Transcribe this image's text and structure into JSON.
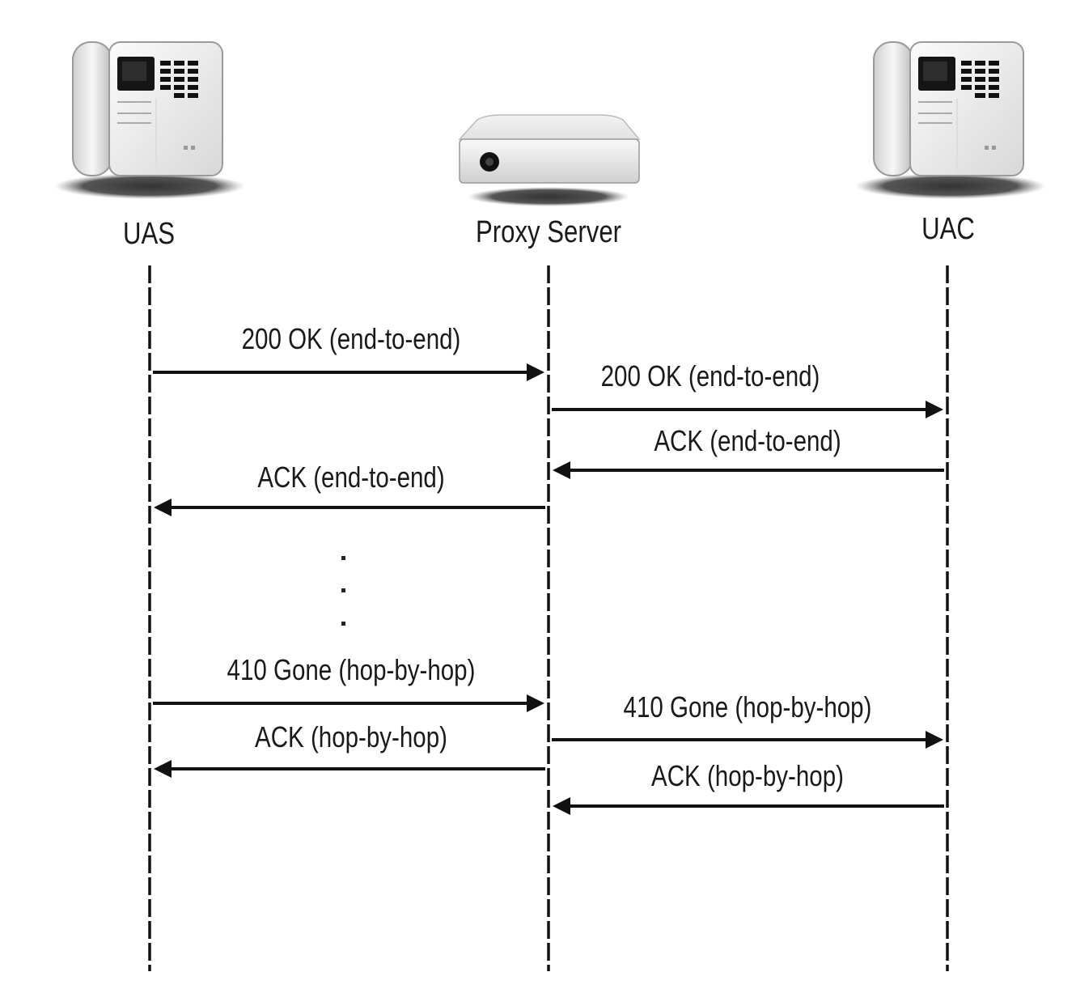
{
  "entities": [
    {
      "id": "uas",
      "label": "UAS",
      "icon": "ip-phone-icon"
    },
    {
      "id": "proxy",
      "label": "Proxy Server",
      "icon": "server-icon"
    },
    {
      "id": "uac",
      "label": "UAC",
      "icon": "ip-phone-icon"
    }
  ],
  "messages": [
    {
      "label": "200 OK (end-to-end)",
      "from": "uas",
      "to": "proxy"
    },
    {
      "label": "200 OK (end-to-end)",
      "from": "proxy",
      "to": "uac"
    },
    {
      "label": "ACK (end-to-end)",
      "from": "uac",
      "to": "proxy"
    },
    {
      "label": "ACK (end-to-end)",
      "from": "proxy",
      "to": "uas"
    },
    {
      "label": "410 Gone (hop-by-hop)",
      "from": "uas",
      "to": "proxy"
    },
    {
      "label": "410 Gone (hop-by-hop)",
      "from": "proxy",
      "to": "uac"
    },
    {
      "label": "ACK (hop-by-hop)",
      "from": "proxy",
      "to": "uas"
    },
    {
      "label": "ACK (hop-by-hop)",
      "from": "uac",
      "to": "proxy"
    }
  ],
  "ellipsis": "..."
}
